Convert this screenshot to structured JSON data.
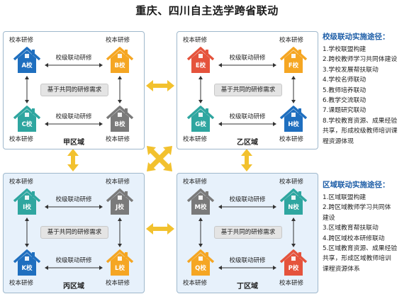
{
  "title": "重庆、四川自主选学跨省联动",
  "colors": {
    "blue": "#1f6fbf",
    "orange": "#f5a623",
    "teal": "#2fa6a0",
    "gray": "#7a7a7a",
    "red": "#e5533c",
    "arrow": "#f2c12e"
  },
  "regions": {
    "jia": {
      "name": "甲区域",
      "tl": {
        "label": "校本研修",
        "school": "A校",
        "color": "blue"
      },
      "tr": {
        "label": "校本研修",
        "school": "B校",
        "color": "orange"
      },
      "bl": {
        "label": "校本研修",
        "school": "C校",
        "color": "teal"
      },
      "br": {
        "label": "校本研修",
        "school": "B校",
        "color": "gray"
      },
      "top_link": "校级联动研修",
      "bottom_link": "校级联动研修",
      "center": "基于共同的研修需求"
    },
    "yi": {
      "name": "乙区域",
      "tl": {
        "label": "校本研修",
        "school": "E校",
        "color": "red"
      },
      "tr": {
        "label": "校本研修",
        "school": "F校",
        "color": "orange"
      },
      "bl": {
        "label": "校本研修",
        "school": "G校",
        "color": "teal"
      },
      "br": {
        "label": "校本研修",
        "school": "H校",
        "color": "blue"
      },
      "top_link": "校级联动研修",
      "bottom_link": "校级联动研修",
      "center": "基于共同的研修需求"
    },
    "bing": {
      "name": "丙区域",
      "tl": {
        "label": "校本研修",
        "school": "I校",
        "color": "teal"
      },
      "tr": {
        "label": "校本研修",
        "school": "J校",
        "color": "gray"
      },
      "bl": {
        "label": "校本研修",
        "school": "K校",
        "color": "blue"
      },
      "br": {
        "label": "校本研修",
        "school": "L校",
        "color": "orange"
      },
      "top_link": "校级联动研修",
      "bottom_link": "校级联动研修",
      "center": "基于共同的研修需求"
    },
    "ding": {
      "name": "丁区域",
      "tl": {
        "label": "校本研修",
        "school": "M校",
        "color": "gray"
      },
      "tr": {
        "label": "校本研修",
        "school": "N校",
        "color": "teal"
      },
      "bl": {
        "label": "校本研修",
        "school": "Q校",
        "color": "orange"
      },
      "br": {
        "label": "校本研修",
        "school": "P校",
        "color": "red"
      },
      "top_link": "校级联动研修",
      "bottom_link": "校级联动研修",
      "center": "基于共同的研修需求"
    }
  },
  "school_level": {
    "heading": "校级联动实施途径：",
    "items": [
      "1.学校联盟构建",
      "2.跨校教师学习共同体建设",
      "3.学校发展帮扶联动",
      "4.学校名师联动",
      "5.教师培养联动",
      "6.教学交流联动",
      "7.课题研究联动",
      "8.学校教育资源、成果经验",
      "共享，形成校级教师培训课",
      "程资源体现"
    ]
  },
  "region_level": {
    "heading": "区域联动实施途径：",
    "items": [
      "1.区域联盟构建",
      "2.跨区域教师学习共同体",
      "建设",
      "3.区域教育帮扶联动",
      "4.跨区域校本研修联动",
      "5.区域教育资源、成果经验",
      "共享，形成区域教师培训",
      "课程资源体系"
    ]
  }
}
